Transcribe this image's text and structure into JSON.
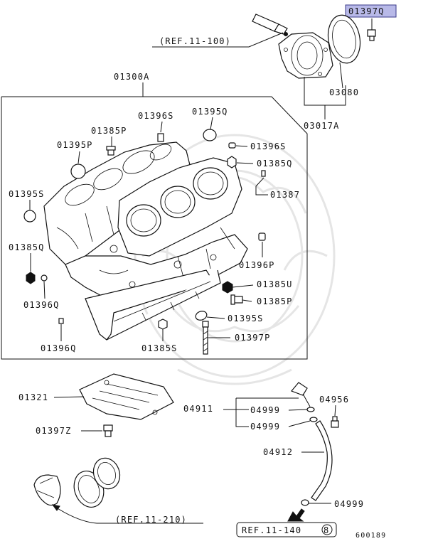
{
  "labels": {
    "p01397Q_top": "01397Q",
    "ref_11_100": "(REF.11-100)",
    "p01300A": "01300A",
    "p03080": "03080",
    "p03017A": "03017A",
    "p01396S_a": "01396S",
    "p01395Q": "01395Q",
    "p01385P_a": "01385P",
    "p01395P": "01395P",
    "p01396S_b": "01396S",
    "p01385Q_a": "01385Q",
    "p01395S_a": "01395S",
    "p01387": "01387",
    "p01385Q_b": "01385Q",
    "p01396P": "01396P",
    "p01385U": "01385U",
    "p01396Q_a": "01396Q",
    "p01385P_b": "01385P",
    "p01395S_b": "01395S",
    "p01396Q_b": "01396Q",
    "p01385S": "01385S",
    "p01397P": "01397P",
    "p01321": "01321",
    "p04911": "04911",
    "p04999_a": "04999",
    "p04956": "04956",
    "p04999_b": "04999",
    "p01397Z": "01397Z",
    "p04912": "04912",
    "p04999_c": "04999",
    "ref_11_210": "(REF.11-210)",
    "ref_11_140": "REF.11-140",
    "ref_11_140_num": "8",
    "diagram_code": "600189"
  },
  "colors": {
    "highlight_fill": "#b8b9e8",
    "line": "#111111"
  }
}
